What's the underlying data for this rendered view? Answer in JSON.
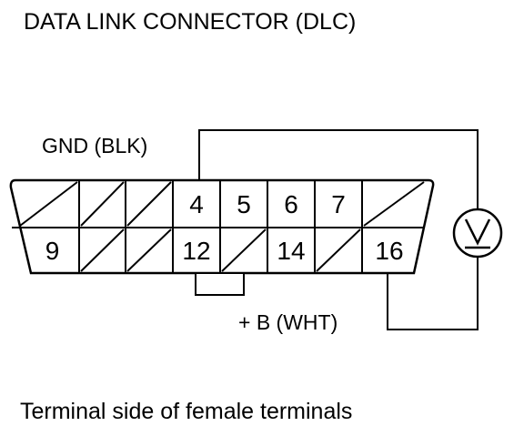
{
  "title": "DATA LINK CONNECTOR (DLC)",
  "gnd_label": "GND (BLK)",
  "b_label": "+ B (WHT)",
  "caption": "Terminal side of female terminals",
  "meter_symbol": "V",
  "connector": {
    "top_row": [
      "",
      "",
      "",
      "4",
      "5",
      "6",
      "7",
      ""
    ],
    "bottom_row": [
      "9",
      "",
      "",
      "12",
      "",
      "14",
      "",
      "16"
    ]
  },
  "icons": [
    "voltmeter-icon"
  ]
}
